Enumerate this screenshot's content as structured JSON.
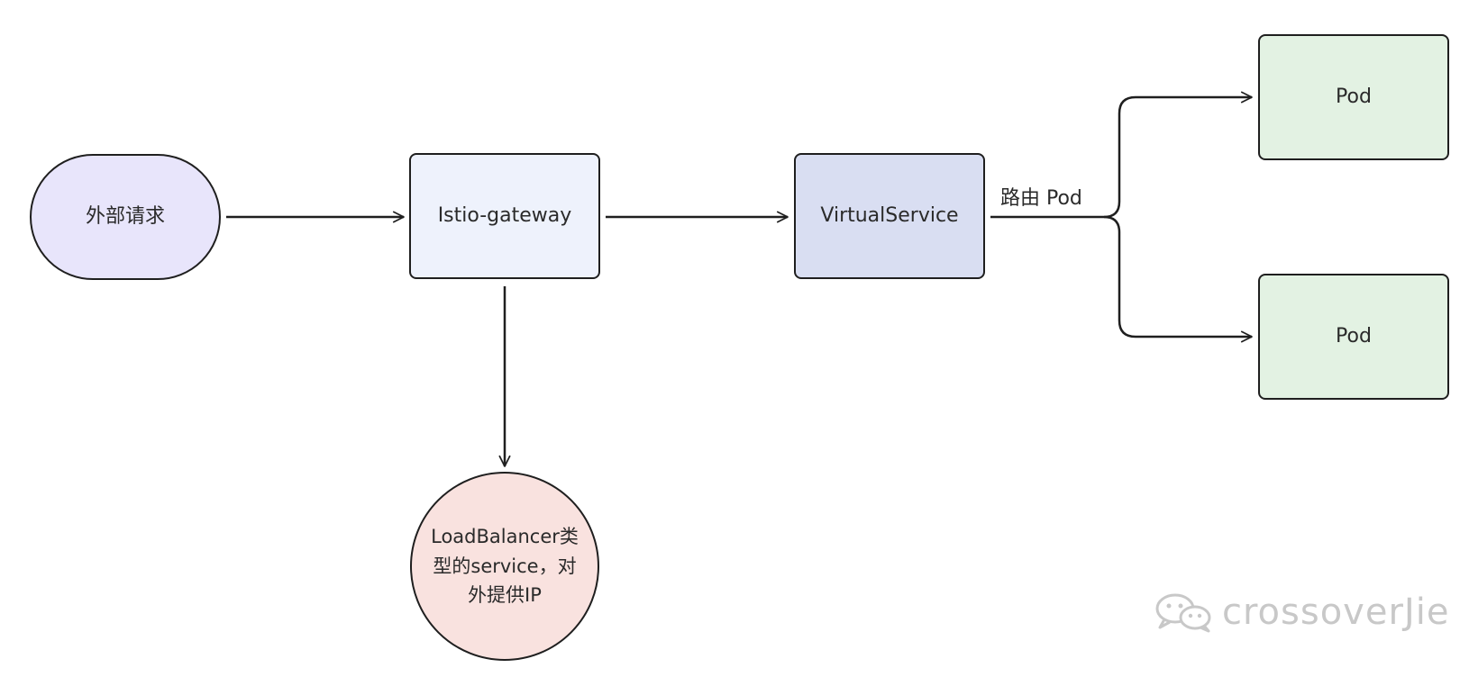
{
  "nodes": {
    "client": "外部请求",
    "gateway": "Istio-gateway",
    "virtual_service": "VirtualService",
    "pod_top": "Pod",
    "pod_bottom": "Pod",
    "load_balancer": "LoadBalancer类型的service，对外提供IP"
  },
  "edges": {
    "route_label": "路由 Pod"
  },
  "watermark": {
    "icon": "wechat-icon",
    "text": "crossoverJie"
  },
  "colors": {
    "client": "#e8e5fb",
    "gateway": "#eef2fc",
    "virtual_service": "#d9def2",
    "pod": "#e3f2e3",
    "load_balancer": "#f9e2df",
    "stroke": "#1f1f1f"
  }
}
